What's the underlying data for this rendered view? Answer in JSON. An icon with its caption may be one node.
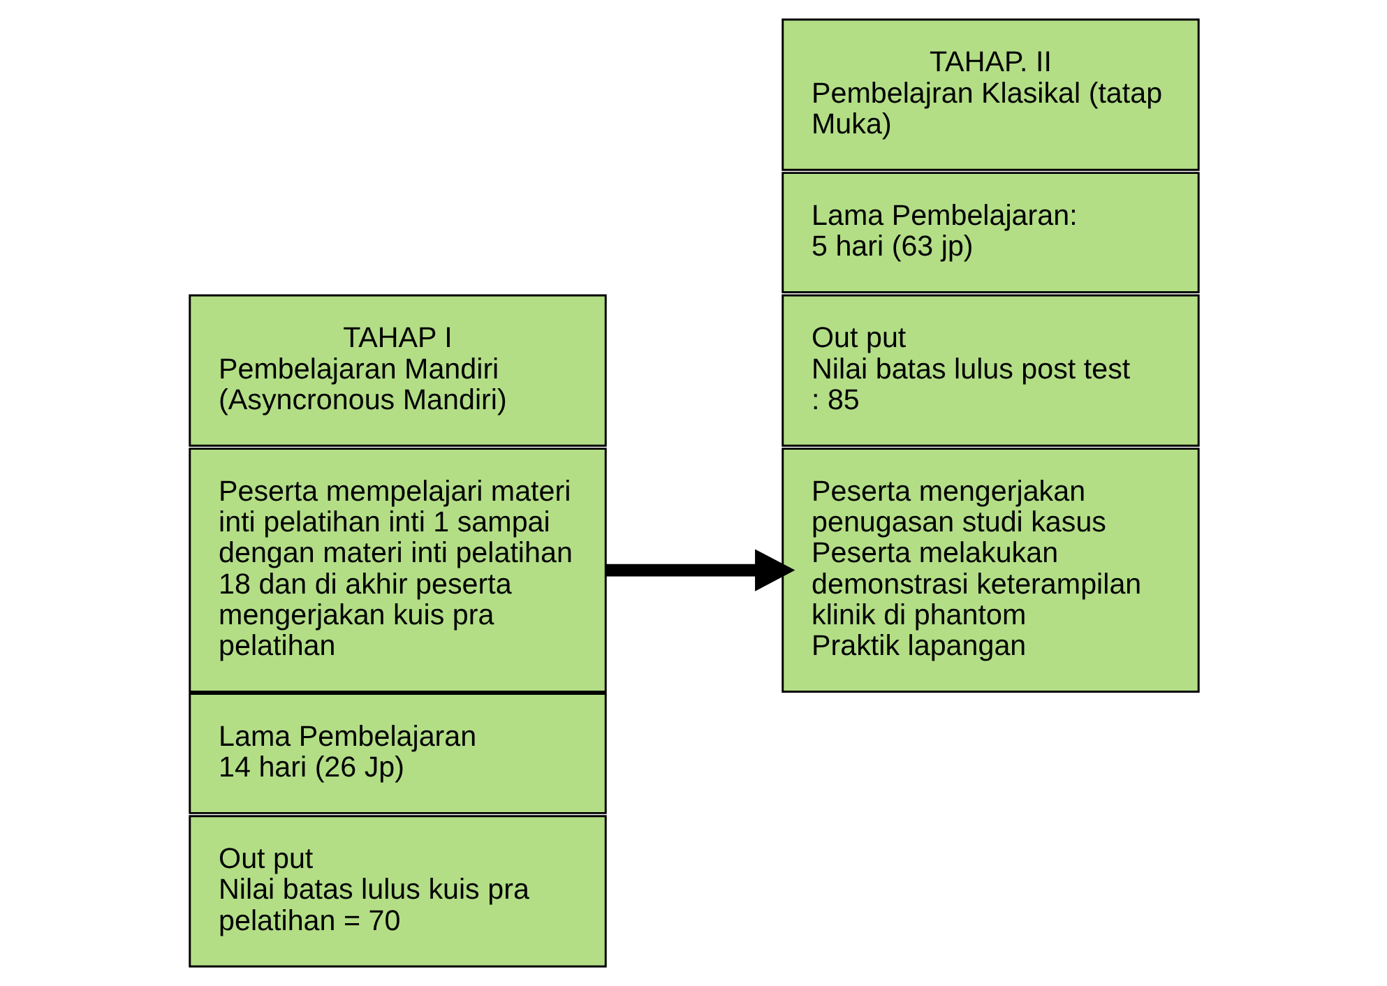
{
  "diagram": {
    "nodes": [
      {
        "text": [
          "TAHAP I",
          "Pembelajaran Mandiri",
          "(Asyncronous Mandiri)"
        ]
      },
      {
        "text": [
          "Peserta mempelajari materi inti pelatihan inti 1 sampai dengan materi inti pelatihan 18 dan di akhir peserta mengerjakan kuis pra pelatihan"
        ]
      },
      {
        "text": [
          "Lama Pembelajaran",
          "14 hari (26 Jp)"
        ]
      },
      {
        "text": [
          "Out put",
          "Nilai batas lulus kuis pra pelatihan = 70"
        ]
      },
      {
        "text": [
          "TAHAP. II",
          "Pembelajran Klasikal (tatap Muka)"
        ]
      },
      {
        "text": [
          "Peserta mengerjakan penugasan studi kasus",
          "Peserta melakukan demonstrasi keterampilan klinik di phantom",
          "Praktik lapangan"
        ]
      },
      {
        "text": [
          "Lama Pembelajaran:",
          "5 hari (63 jp)"
        ]
      },
      {
        "text": [
          "Out put",
          "Nilai batas lulus post test : 85"
        ]
      }
    ],
    "edges": [
      {
        "from": 1,
        "to": 5,
        "arrow": "to"
      }
    ]
  }
}
